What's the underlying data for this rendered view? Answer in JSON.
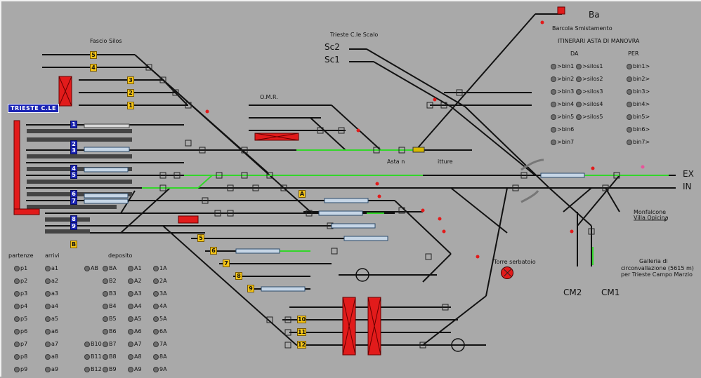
{
  "station_badge": "TRIESTE C.LE",
  "labels": {
    "fascio_silos": "Fascio Silos",
    "omr": "O.M.R.",
    "trieste_scalo": "Trieste C.le Scalo",
    "sc2": "Sc2",
    "sc1": "Sc1",
    "ba": "Ba",
    "barcola": "Barcola Smistamento",
    "itinerari": "ITINERARI ASTA DI MANOVRA",
    "da": "DA",
    "per": "PER",
    "asta": "Asta n",
    "asta2": "itture",
    "ex": "EX",
    "in": "IN",
    "monfalcone": "Monfalcone",
    "villa_opicina": "Villa Opicina",
    "torre": "Torre serbatoio",
    "galleria1": "Galleria di",
    "galleria2": "circonvallazione (5615 m)",
    "galleria3": "per Trieste Campo Marzio",
    "cm2": "CM2",
    "cm1": "CM1",
    "partenze": "partenze",
    "arrivi": "arrivi",
    "deposito": "deposito"
  },
  "itinerari": {
    "da": [
      ">bin1",
      ">bin2",
      ">bin3",
      ">bin4",
      ">bin5",
      ">bin6",
      ">bin7"
    ],
    "silos": [
      ">silos1",
      ">silos2",
      ">silos3",
      ">silos4",
      ">silos5"
    ],
    "per": [
      "bin1>",
      "bin2>",
      "bin3>",
      "bin4>",
      "bin5>",
      "bin6>",
      "bin7>"
    ]
  },
  "track_badges": {
    "silos": [
      "5",
      "4",
      "3",
      "2",
      "1"
    ],
    "station": [
      "1",
      "2",
      "3",
      "4",
      "5",
      "6",
      "7",
      "8",
      "9",
      "B"
    ],
    "yard": [
      "A",
      "5",
      "6",
      "7",
      "8",
      "9",
      "10",
      "11",
      "12"
    ]
  },
  "controls": {
    "partenze": [
      "p1",
      "p2",
      "p3",
      "p4",
      "p5",
      "p6",
      "p7",
      "p8",
      "p9"
    ],
    "arrivi": [
      "a1",
      "a2",
      "a3",
      "a4",
      "a5",
      "a6",
      "a7",
      "a8",
      "a9"
    ],
    "dep_b": [
      "AB",
      "",
      "",
      "",
      "",
      "",
      "B10",
      "B11",
      "B12"
    ],
    "dep_b2": [
      "BA",
      "B2",
      "B3",
      "B4",
      "B5",
      "B6",
      "B7",
      "B8",
      "B9"
    ],
    "dep_a": [
      "A1",
      "A2",
      "A3",
      "A4",
      "A5",
      "A6",
      "A7",
      "A8",
      "A9"
    ],
    "dep_na": [
      "1A",
      "2A",
      "3A",
      "4A",
      "5A",
      "6A",
      "7A",
      "8A",
      "9A"
    ]
  },
  "colors": {
    "track": "#111111",
    "active_route": "#33d62a",
    "signal_red": "#e21b1b",
    "badge_yellow": "#f5c518",
    "badge_blue": "#1a24b4",
    "background": "#a9a9a9"
  }
}
